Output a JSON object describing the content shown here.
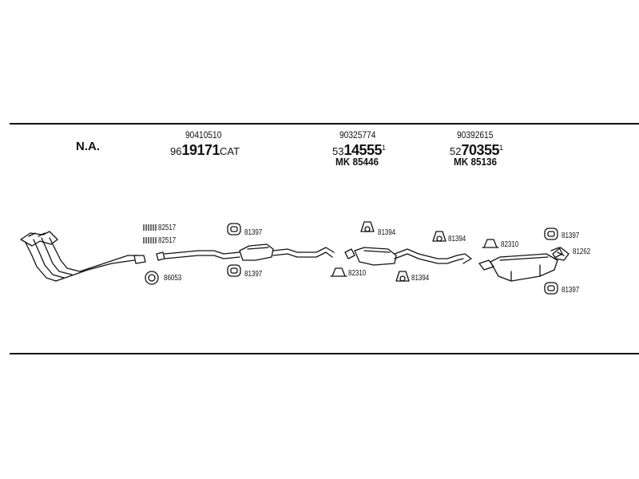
{
  "header": {
    "na_label": "N.A.",
    "groups": [
      {
        "oe": "90410510",
        "prefix": "96",
        "main": "19171",
        "suffix": "CAT",
        "sup": "",
        "mk": ""
      },
      {
        "oe": "90325774",
        "prefix": "53",
        "main": "14555",
        "suffix": "",
        "sup": "1",
        "mk": "MK 85446"
      },
      {
        "oe": "90392615",
        "prefix": "52",
        "main": "70355",
        "suffix": "",
        "sup": "1",
        "mk": "MK 85136"
      }
    ]
  },
  "parts": {
    "clamp_a": "82517",
    "clamp_b": "82517",
    "gasket_ring": "86053",
    "hanger_1": "81397",
    "hanger_2": "81397",
    "hanger_3": "81394",
    "clamp_u1": "82310",
    "hanger_4": "81394",
    "hanger_5": "81394",
    "clamp_u2": "82310",
    "hanger_6": "81397",
    "bracket": "81262",
    "hanger_7": "81397"
  }
}
